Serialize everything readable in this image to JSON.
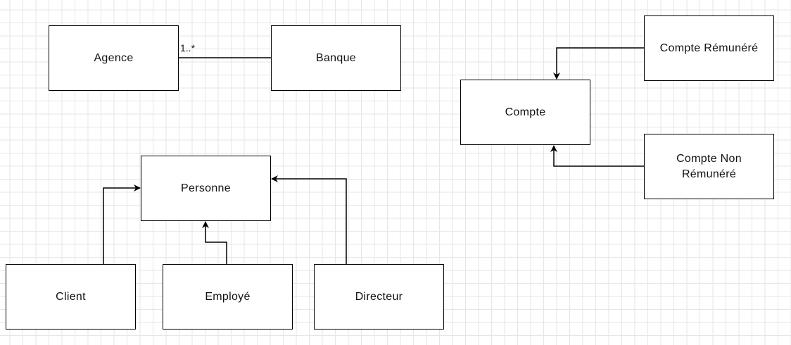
{
  "diagram": {
    "nodes": {
      "agence": "Agence",
      "banque": "Banque",
      "personne": "Personne",
      "client": "Client",
      "employe": "Employé",
      "directeur": "Directeur",
      "compte": "Compte",
      "compte_remunere": "Compte Rémunéré",
      "compte_non_remunere": "Compte Non Rémunéré"
    },
    "edges": [
      {
        "from": "agence",
        "to": "banque",
        "type": "association",
        "multiplicity": "1..*"
      },
      {
        "from": "client",
        "to": "personne",
        "type": "inheritance"
      },
      {
        "from": "employe",
        "to": "personne",
        "type": "inheritance"
      },
      {
        "from": "directeur",
        "to": "personne",
        "type": "inheritance"
      },
      {
        "from": "compte_remunere",
        "to": "compte",
        "type": "inheritance"
      },
      {
        "from": "compte_non_remunere",
        "to": "compte",
        "type": "inheritance"
      }
    ]
  }
}
